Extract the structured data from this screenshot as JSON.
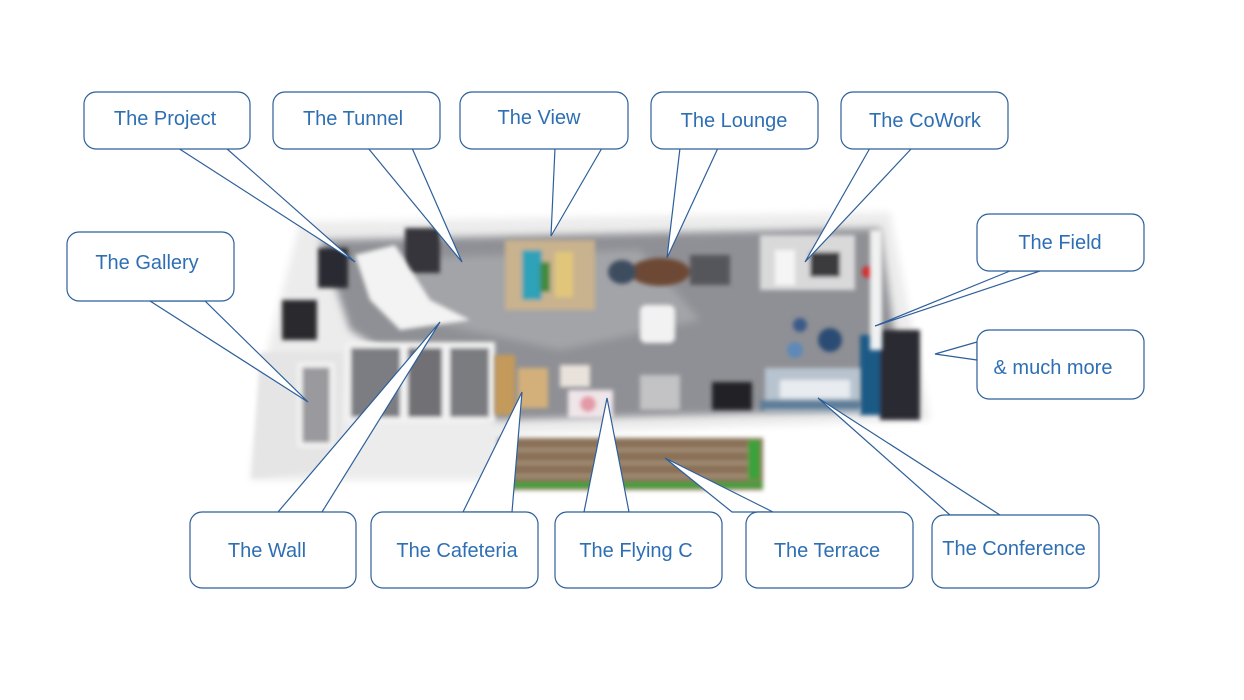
{
  "callouts": [
    {
      "id": "project",
      "label": "The Project"
    },
    {
      "id": "tunnel",
      "label": "The Tunnel"
    },
    {
      "id": "view",
      "label": "The View"
    },
    {
      "id": "lounge",
      "label": "The Lounge"
    },
    {
      "id": "cowork",
      "label": "The CoWork"
    },
    {
      "id": "gallery",
      "label": "The Gallery"
    },
    {
      "id": "field",
      "label": "The Field"
    },
    {
      "id": "more",
      "label": "& much more"
    },
    {
      "id": "wall",
      "label": "The Wall"
    },
    {
      "id": "cafeteria",
      "label": "The Cafeteria"
    },
    {
      "id": "flyingc",
      "label": "The Flying C"
    },
    {
      "id": "terrace",
      "label": "The Terrace"
    },
    {
      "id": "conference",
      "label": "The Conference"
    }
  ],
  "colors": {
    "callout_stroke": "#2e5f9a",
    "callout_text": "#2e6fb4",
    "floor": "#8f9095",
    "walls": "#e8e8e8",
    "terrace_wood": "#8a7158",
    "terrace_green": "#3aa23a"
  }
}
